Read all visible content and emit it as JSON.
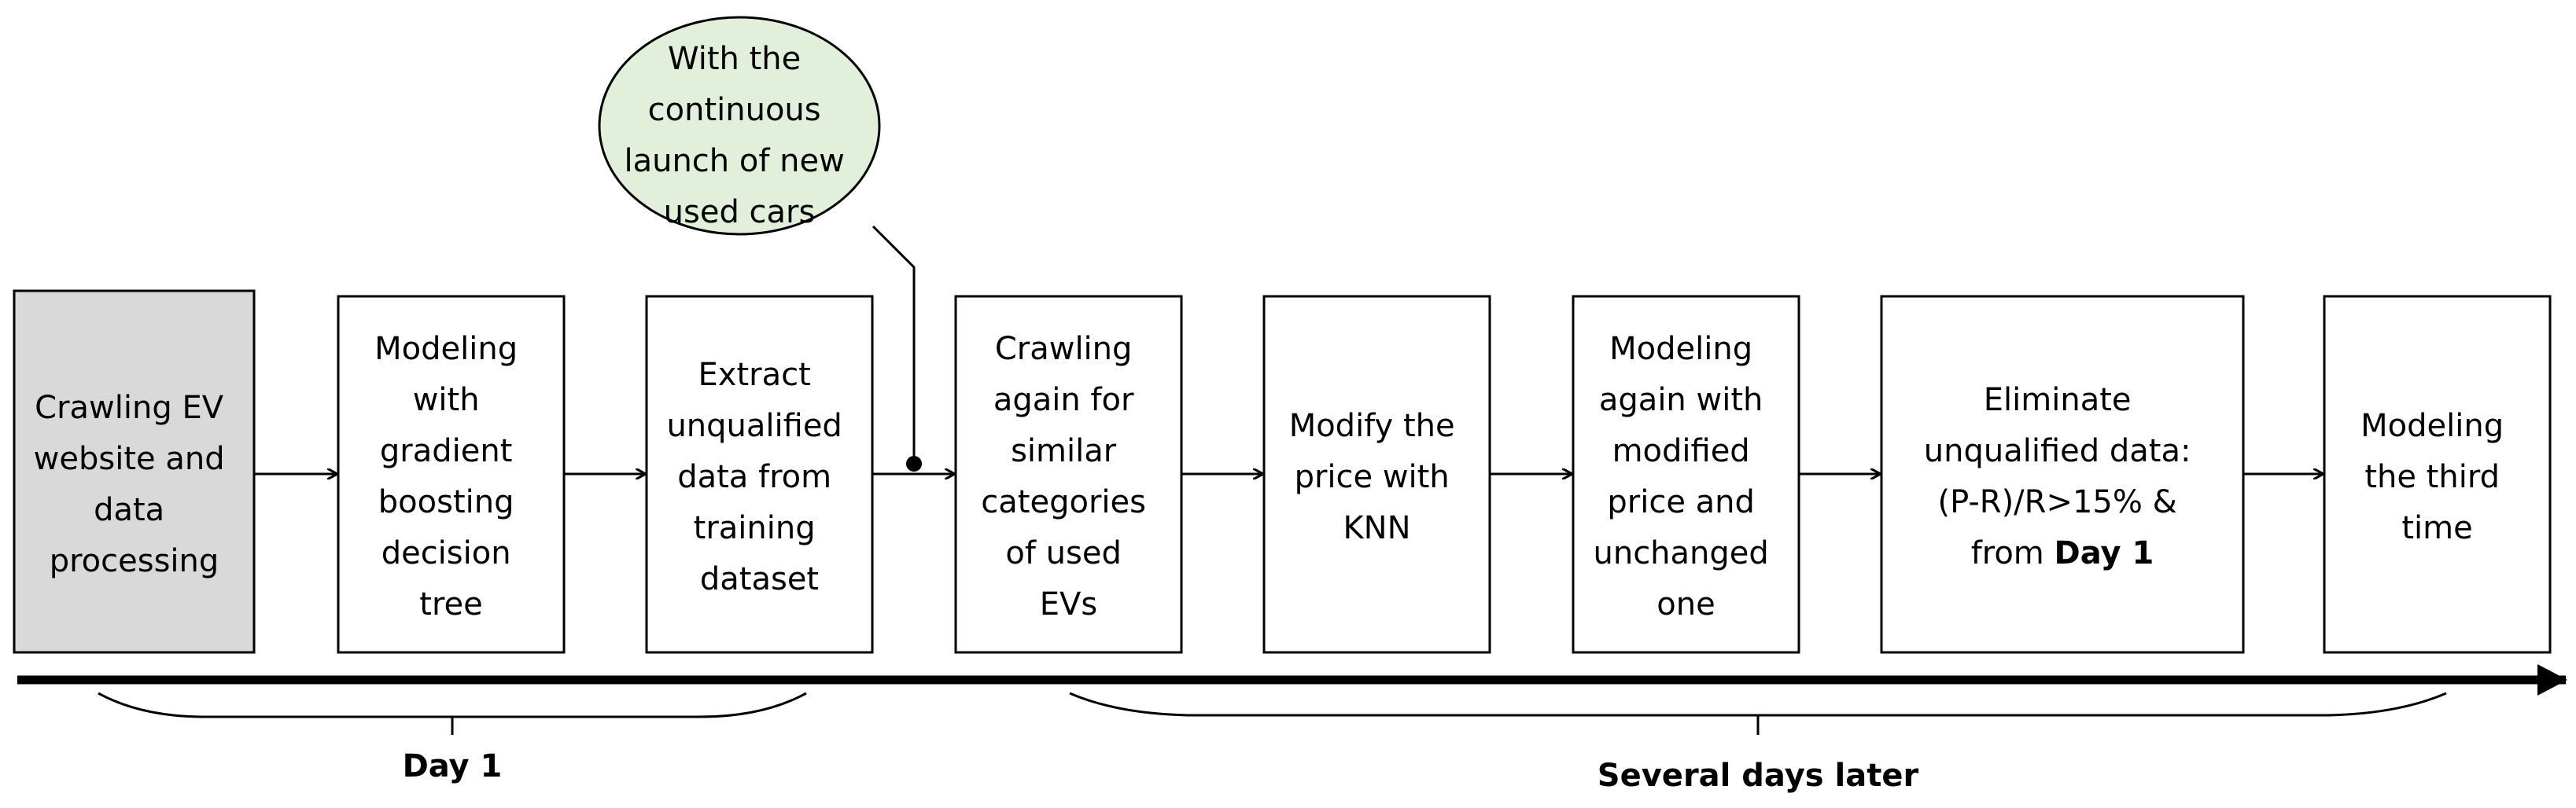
{
  "steps": [
    {
      "lines": [
        "Crawling EV",
        "website and",
        "data",
        "processing"
      ]
    },
    {
      "lines": [
        "Modeling",
        "with",
        "gradient",
        "boosting",
        "decision",
        "tree"
      ]
    },
    {
      "lines": [
        "Extract",
        "unqualified",
        "data from",
        "training",
        "dataset"
      ]
    },
    {
      "lines": [
        "Crawling",
        "again for",
        "similar",
        "categories",
        "of used",
        "EVs"
      ]
    },
    {
      "lines": [
        "Modify the",
        "price with",
        "KNN"
      ]
    },
    {
      "lines": [
        "Modeling",
        "again with",
        "modified",
        "price and",
        "unchanged",
        "one"
      ]
    },
    {
      "lines": [
        "Eliminate",
        "unqualified data:",
        "(P-R)/R>15% &",
        "from Day 1"
      ],
      "bold_last": "Day 1"
    },
    {
      "lines": [
        "Modeling",
        "the third",
        "time"
      ]
    }
  ],
  "bubble": {
    "lines": [
      "With the",
      "continuous",
      "launch of new",
      "used cars"
    ]
  },
  "timeline": {
    "day1_label": "Day 1",
    "later_label": "Several days later"
  },
  "colors": {
    "first_box_fill": "#d9d9d9",
    "bubble_fill": "#e2efda",
    "stroke": "#000000"
  }
}
